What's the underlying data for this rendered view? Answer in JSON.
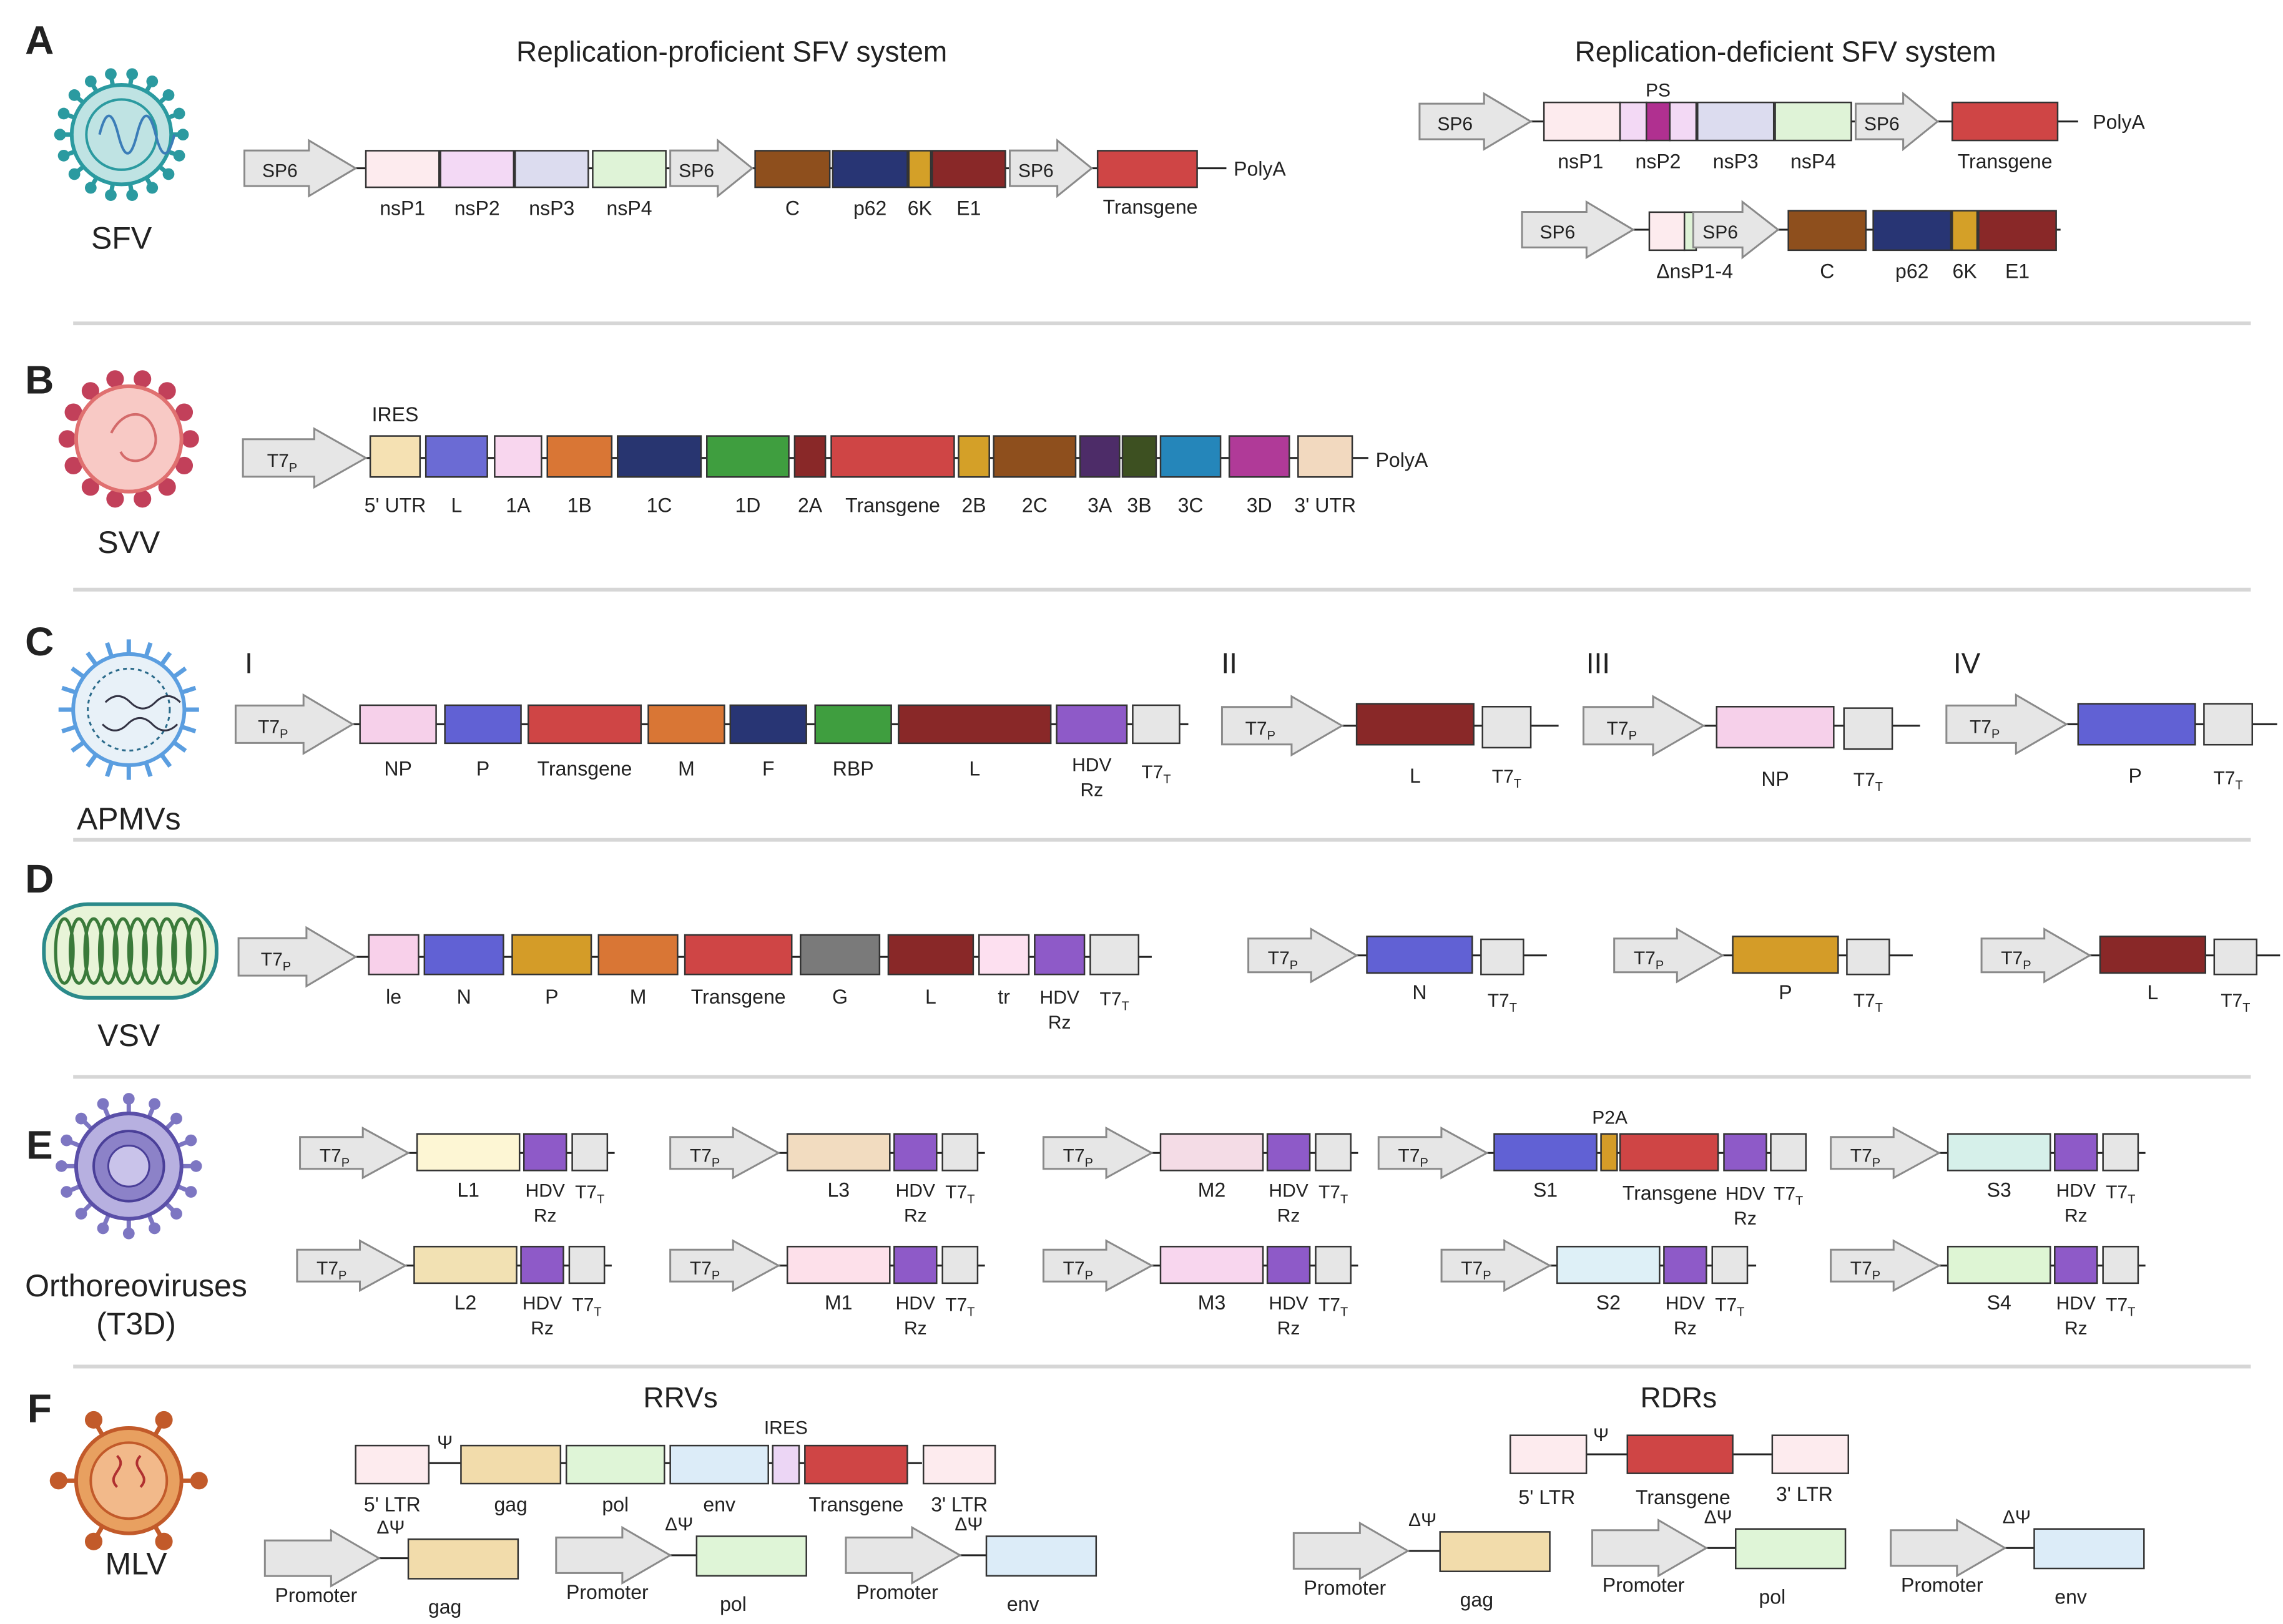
{
  "colors": {
    "promoter_fill": "#e6e6e6",
    "promoter_stroke": "#8a8a8a",
    "line": "#222222",
    "divider": "#d6d6d6",
    "nsP1": "#fdebee",
    "nsP2": "#f3d9f5",
    "nsP3": "#dcdcef",
    "nsP4": "#dff3d7",
    "PS": "#b03090",
    "C": "#8e4f1d",
    "p62": "#283574",
    "6K": "#d4a028",
    "E1": "#892828",
    "transgene": "#cf4545",
    "utr": "#f5e1b3",
    "L_svv": "#6b6bd4",
    "1A": "#f8d6ee",
    "1B": "#d97635",
    "1C": "#283570",
    "1D": "#3f9e3f",
    "2A": "#892828",
    "2B": "#d4a028",
    "2C": "#8e4f1d",
    "3A": "#4d2c68",
    "3B": "#3d5021",
    "3C": "#2586ba",
    "3D": "#b03a98",
    "3UTR": "#f2d9bf",
    "NP": "#f6d0ea",
    "P": "#6161d4",
    "M": "#d97635",
    "F": "#283574",
    "RBP": "#3f9e3f",
    "L": "#892828",
    "HDV": "#8e5ac8",
    "T7T": "#e6e6e6",
    "le": "#f8d0ea",
    "P_vsv": "#d49c28",
    "G": "#7a7a7a",
    "tr": "#fde0f0",
    "L1": "#fdf6d4",
    "L2": "#f2e1b3",
    "L3": "#f2dcc0",
    "M1": "#fde0ea",
    "M2": "#f4dce6",
    "M3": "#f8d6ee",
    "S1": "#6161d4",
    "P2A": "#d49c28",
    "S2": "#def0f7",
    "S3": "#d6f0ea",
    "S4": "#def5d4",
    "LTR": "#fdebee",
    "gag": "#f2dcab",
    "pol": "#dff5d7",
    "env": "#dcecf8",
    "IRES_box": "#ecd6f5"
  },
  "panels": {
    "A": {
      "letter": "A",
      "virus": "SFV",
      "title_left": "Replication-proficient SFV system",
      "title_right": "Replication-deficient SFV system",
      "icon": "sfv-virus-icon"
    },
    "B": {
      "letter": "B",
      "virus": "SVV",
      "icon": "svv-virus-icon"
    },
    "C": {
      "letter": "C",
      "virus": "APMVs",
      "icon": "apmv-virus-icon",
      "roman": [
        "I",
        "II",
        "III",
        "IV"
      ]
    },
    "D": {
      "letter": "D",
      "virus": "VSV",
      "icon": "vsv-virus-icon"
    },
    "E": {
      "letter": "E",
      "virus_line1": "Orthoreoviruses",
      "virus_line2": "(T3D)",
      "icon": "orthoreovirus-icon"
    },
    "F": {
      "letter": "F",
      "virus": "MLV",
      "title_left": "RRVs",
      "title_right": "RDRs",
      "icon": "mlv-virus-icon"
    }
  },
  "labels": {
    "SP6": "SP6",
    "T7": "T7",
    "sub_P": "P",
    "sub_T": "T",
    "PolyA": "PolyA",
    "PS": "PS",
    "IRES": "IRES",
    "P2A": "P2A",
    "Promoter": "Promoter",
    "psi": "Ψ",
    "delta_psi": "ΔΨ",
    "nsP1": "nsP1",
    "nsP2": "nsP2",
    "nsP3": "nsP3",
    "nsP4": "nsP4",
    "C": "C",
    "p62": "p62",
    "6K": "6K",
    "E1": "E1",
    "Transgene": "Transgene",
    "dnsP14": "ΔnsP1-4",
    "5UTR": "5' UTR",
    "L": "L",
    "1A": "1A",
    "1B": "1B",
    "1C": "1C",
    "1D": "1D",
    "2A": "2A",
    "2B": "2B",
    "2C": "2C",
    "3A": "3A",
    "3B": "3B",
    "3C": "3C",
    "3D": "3D",
    "3UTR": "3' UTR",
    "NP": "NP",
    "P": "P",
    "M": "M",
    "F": "F",
    "RBP": "RBP",
    "HDV": "HDV",
    "Rz": "Rz",
    "le": "le",
    "N": "N",
    "G": "G",
    "tr": "tr",
    "L1": "L1",
    "L2": "L2",
    "L3": "L3",
    "M1": "M1",
    "M2": "M2",
    "M3": "M3",
    "S1": "S1",
    "S2": "S2",
    "S3": "S3",
    "S4": "S4",
    "5LTR": "5' LTR",
    "3LTR": "3' LTR",
    "gag": "gag",
    "pol": "pol",
    "env": "env"
  }
}
